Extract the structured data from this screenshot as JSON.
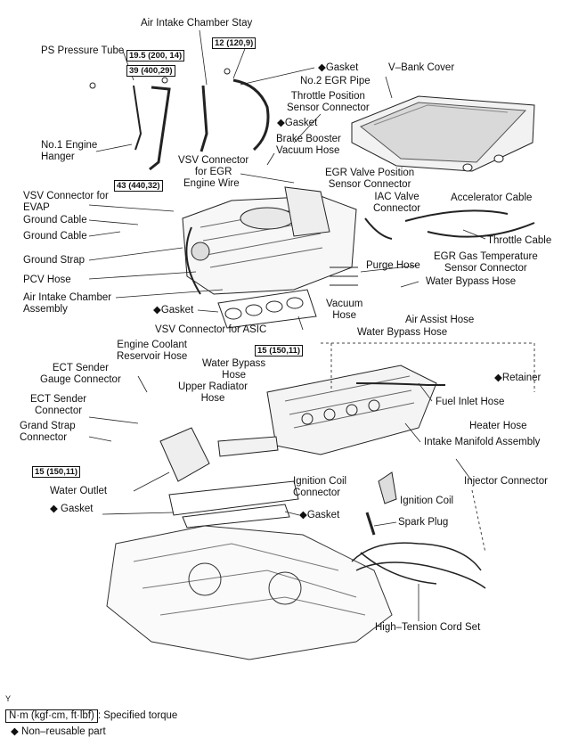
{
  "labels": {
    "air_intake_chamber_stay": "Air Intake Chamber Stay",
    "ps_pressure_tube": "PS Pressure Tube",
    "gasket_top": "◆Gasket",
    "v_bank_cover": "V–Bank Cover",
    "no2_egr_pipe": "No.2 EGR Pipe",
    "throttle_position_sensor_connector": "Throttle Position\nSensor Connector",
    "gasket_mid": "◆Gasket",
    "no1_engine_hanger": "No.1 Engine\nHanger",
    "brake_booster_vacuum_hose": "Brake Booster\nVacuum Hose",
    "vsv_connector_for_egr": "VSV Connector\nfor EGR",
    "egr_valve_position_sensor_connector": "EGR Valve Position\nSensor Connector",
    "engine_wire": "Engine Wire",
    "iac_valve_connector": "IAC Valve\nConnector",
    "accelerator_cable": "Accelerator Cable",
    "vsv_connector_for_evap": "VSV Connector for\nEVAP",
    "ground_cable_1": "Ground Cable",
    "ground_cable_2": "Ground Cable",
    "throttle_cable": "Throttle Cable",
    "ground_strap": "Ground Strap",
    "egr_gas_temp_sensor_connector": "EGR Gas Temperature\nSensor Connector",
    "purge_hose": "Purge Hose",
    "pcv_hose": "PCV Hose",
    "water_bypass_hose_1": "Water Bypass Hose",
    "air_intake_chamber_assembly": "Air Intake Chamber\nAssembly",
    "vacuum_hose": "Vacuum\nHose",
    "air_assist_hose": "Air Assist Hose",
    "gasket_chamber": "◆Gasket",
    "water_bypass_hose_2": "Water Bypass Hose",
    "vsv_connector_for_asic": "VSV Connector for ASIC",
    "engine_coolant_reservoir_hose": "Engine Coolant\nReservoir Hose",
    "water_bypass_hose_3": "Water Bypass\nHose",
    "retainer": "◆Retainer",
    "ect_sender_gauge_connector": "ECT Sender\nGauge Connector",
    "upper_radiator_hose": "Upper Radiator\nHose",
    "fuel_inlet_hose": "Fuel Inlet Hose",
    "ect_sender_connector": "ECT Sender\nConnector",
    "heater_hose": "Heater Hose",
    "grand_strap_connector": "Grand Strap\nConnector",
    "intake_manifold_assembly": "Intake Manifold Assembly",
    "injector_connector": "Injector Connector",
    "ignition_coil_connector": "Ignition Coil\nConnector",
    "ignition_coil": "Ignition Coil",
    "water_outlet": "Water Outlet",
    "gasket_outlet": "◆ Gasket",
    "gasket_manifold": "◆Gasket",
    "spark_plug": "Spark Plug",
    "high_tension_cord_set": "High–Tension Cord Set"
  },
  "torques": {
    "t1": "19.5 (200, 14)",
    "t2": "12 (120,9)",
    "t3": "39 (400,29)",
    "t4": "43 (440,32)",
    "t5": "15 (150,11)",
    "t6": "15 (150,11)"
  },
  "legend": {
    "corner_mark": "Y",
    "torque_unit": "N·m (kgf·cm, ft·lbf)",
    "torque_desc": ": Specified torque",
    "non_reusable": "◆ Non–reusable part"
  }
}
